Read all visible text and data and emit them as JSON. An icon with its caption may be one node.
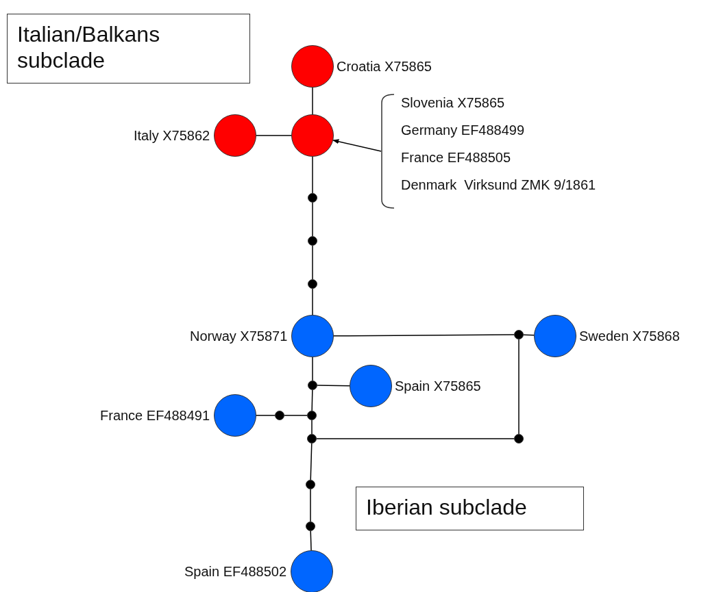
{
  "diagram": {
    "nodes": [
      {
        "text": [
          "Italian/Balkans subclade"
        ]
      },
      {
        "text": [],
        "shape": "circle",
        "beside": [
          "Croatia X75865"
        ]
      },
      {
        "text": [],
        "shape": "circle",
        "beside": [
          "Italy X75862"
        ]
      },
      {
        "text": [],
        "shape": "circle"
      },
      {
        "text": [
          "Slovenia X75865",
          "Germany EF488499",
          "France EF488505",
          "Denmark  Virksund ZMK 9/1861"
        ]
      },
      {
        "text": [],
        "shape": "circle"
      },
      {
        "text": [],
        "shape": "circle"
      },
      {
        "text": [],
        "shape": "circle"
      },
      {
        "text": [],
        "shape": "circle",
        "beside": [
          "Norway X75871"
        ]
      },
      {
        "text": [],
        "shape": "circle"
      },
      {
        "text": [],
        "shape": "circle",
        "beside": [
          "Sweden X75868"
        ]
      },
      {
        "text": [],
        "shape": "circle"
      },
      {
        "text": [],
        "shape": "circle",
        "beside": [
          "Spain X75865"
        ]
      },
      {
        "text": [],
        "shape": "circle",
        "beside": [
          "France EF488491"
        ]
      },
      {
        "text": [],
        "shape": "circle"
      },
      {
        "text": [],
        "shape": "circle"
      },
      {
        "text": [],
        "shape": "circle"
      },
      {
        "text": [],
        "shape": "circle"
      },
      {
        "text": [],
        "shape": "circle"
      },
      {
        "text": [],
        "shape": "circle"
      },
      {
        "text": [],
        "shape": "circle",
        "beside": [
          "Spain EF488502"
        ]
      },
      {
        "text": [
          "Iberian subclade"
        ]
      }
    ],
    "edges": [
      {
        "from": 1,
        "to": 3,
        "arrow": "none"
      },
      {
        "from": 2,
        "to": 3,
        "arrow": "none"
      },
      {
        "from": 4,
        "to": 3,
        "arrow": "to"
      },
      {
        "from": 3,
        "to": 5,
        "arrow": "none"
      },
      {
        "from": 5,
        "to": 6,
        "arrow": "none"
      },
      {
        "from": 6,
        "to": 7,
        "arrow": "none"
      },
      {
        "from": 7,
        "to": 8,
        "arrow": "none"
      },
      {
        "from": 8,
        "to": 9,
        "arrow": "none"
      },
      {
        "from": 9,
        "to": 10,
        "arrow": "none"
      },
      {
        "from": 9,
        "to": 17,
        "arrow": "none"
      },
      {
        "from": 8,
        "to": 11,
        "arrow": "none"
      },
      {
        "from": 11,
        "to": 12,
        "arrow": "none"
      },
      {
        "from": 11,
        "to": 15,
        "arrow": "none"
      },
      {
        "from": 15,
        "to": 14,
        "arrow": "none"
      },
      {
        "from": 14,
        "to": 13,
        "arrow": "none"
      },
      {
        "from": 15,
        "to": 16,
        "arrow": "none"
      },
      {
        "from": 16,
        "to": 17,
        "arrow": "none"
      },
      {
        "from": 16,
        "to": 18,
        "arrow": "none"
      },
      {
        "from": 18,
        "to": 19,
        "arrow": "none"
      },
      {
        "from": 19,
        "to": 20,
        "arrow": "none"
      }
    ]
  }
}
